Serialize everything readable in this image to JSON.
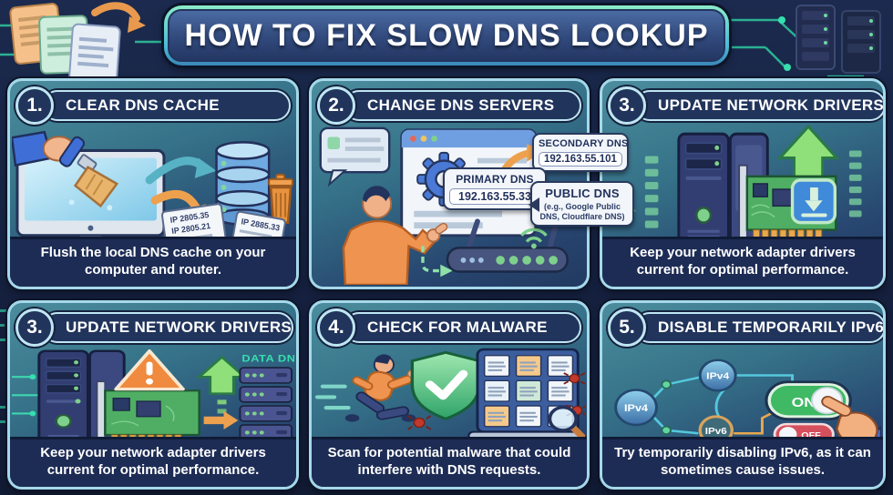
{
  "title": "HOW TO FIX SLOW DNS LOOKUP",
  "colors": {
    "background": "#15203e",
    "panel_border": "#a5d8ea",
    "banner_border_gradient_top": "#8cecc8",
    "caption_bar": "#1d2c55",
    "circuit_accent": "#2fc9a0",
    "toggle_on_green": "#3fb964",
    "toggle_off_red": "#d5505c",
    "warning_orange": "#ef8a3e",
    "pcb_green": "#4fae63",
    "data_dns_teal": "#35dfae"
  },
  "panels": [
    {
      "number": "1.",
      "heading": "CLEAR DNS CACHE",
      "caption": "Flush the local DNS cache on your computer and router.",
      "papers": [
        "IP 2805.35",
        "IP 2805.21",
        "IP 2885.33"
      ]
    },
    {
      "number": "2.",
      "heading": "CHANGE DNS SERVERS",
      "labels": {
        "primary_title": "PRIMARY DNS",
        "primary_value": "192.163.55.33",
        "secondary_title": "SECONDARY DNS",
        "secondary_value": "192.163.55.101",
        "public_title": "PUBLIC DNS",
        "public_note": "(e.g., Google Public DNS, Cloudflare DNS)"
      }
    },
    {
      "number": "3.",
      "heading": "UPDATE NETWORK DRIVERS",
      "caption": "Keep your network adapter drivers current for optimal performance."
    },
    {
      "number": "3.",
      "heading": "UPDATE NETWORK DRIVERS",
      "caption": "Keep your network adapter drivers current for optimal performance.",
      "server_label": "DATA DNS"
    },
    {
      "number": "4.",
      "heading": "CHECK FOR MALWARE",
      "caption": "Scan for potential malware that could interfere with DNS requests."
    },
    {
      "number": "5.",
      "heading": "DISABLE TEMPORARILY IPv6",
      "caption": "Try temporarily disabling IPv6, as it can sometimes cause issues.",
      "nodes": [
        "IPv4",
        "IPv4",
        "IPv6"
      ],
      "toggle_on": "ON",
      "toggle_off": "OFF"
    }
  ]
}
